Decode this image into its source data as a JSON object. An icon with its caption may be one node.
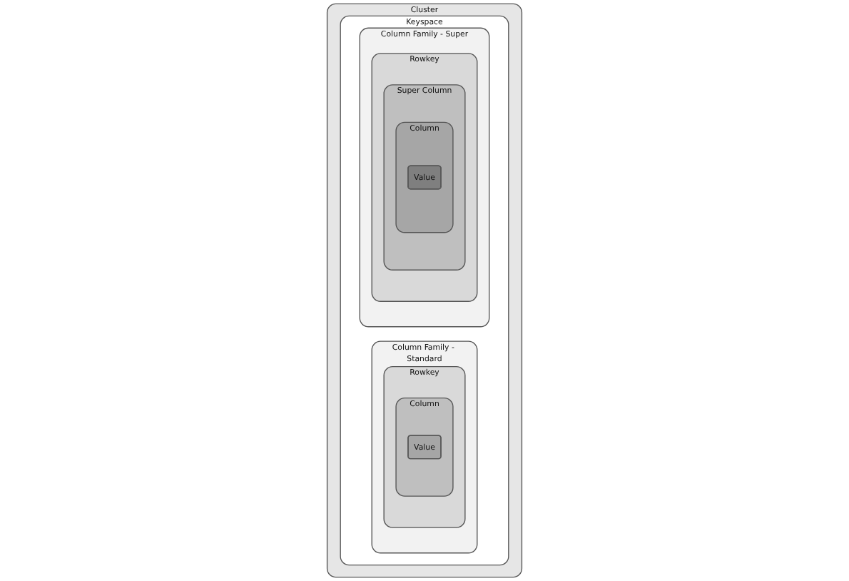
{
  "diagram": {
    "nodes": [
      {
        "text": [
          "Cluster"
        ]
      },
      {
        "text": [
          "Keyspace"
        ],
        "in": 0
      },
      {
        "text": [
          "Column Family - Standard"
        ],
        "in": 1
      },
      {
        "text": [
          "Rowkey"
        ],
        "in": 2
      },
      {
        "text": [
          "Column"
        ],
        "in": 3
      },
      {
        "text": [
          "Value"
        ],
        "in": 4
      },
      {
        "text": [
          "Column Family - Super"
        ],
        "in": 1
      },
      {
        "text": [
          "Rowkey"
        ],
        "in": 6
      },
      {
        "text": [
          "Super Column"
        ],
        "in": 7
      },
      {
        "text": [
          "Column"
        ],
        "in": 8
      },
      {
        "text": [
          "Value"
        ],
        "in": 9
      }
    ],
    "edges": []
  }
}
